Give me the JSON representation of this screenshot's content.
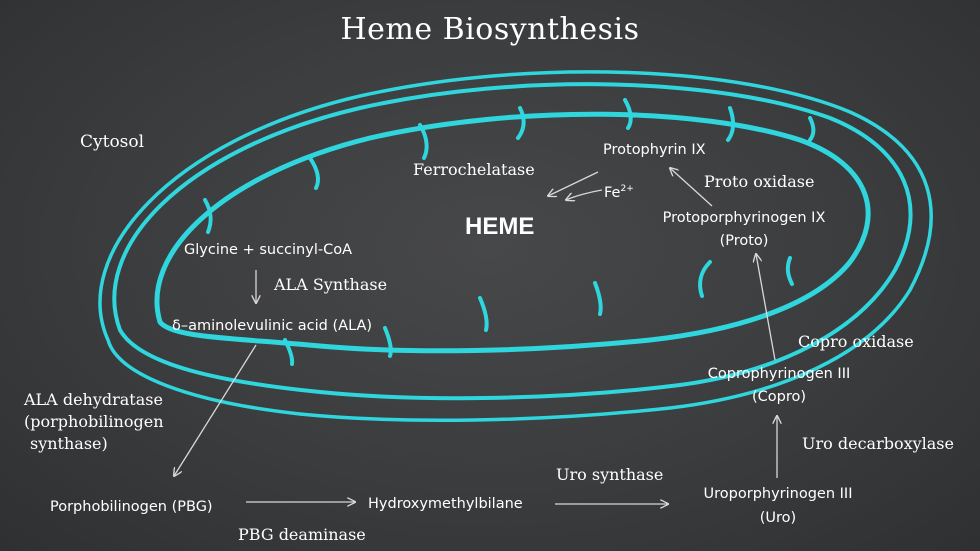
{
  "title": "Heme Biosynthesis",
  "colors": {
    "membrane": "#2fd6de",
    "background": "#3a3b3d",
    "text": "#ffffff",
    "arrow": "#d8d8d8"
  },
  "labels": {
    "cytosol": "Cytosol",
    "heme": "HEME"
  },
  "molecules": {
    "glycine": "Glycine + succinyl-CoA",
    "ala": "δ–aminolevulinic acid (ALA)",
    "pbg": "Porphobilinogen (PBG)",
    "hmb": "Hydroxymethylbilane",
    "uro_name": "Uroporphyrinogen III",
    "uro_abbr": "(Uro)",
    "copro_name": "Coprophyrinogen III",
    "copro_abbr": "(Copro)",
    "proto_name": "Protoporphyrinogen IX",
    "proto_abbr": "(Proto)",
    "protoix": "Protophyrin IX",
    "fe": "Fe",
    "fe_charge": "2+"
  },
  "enzymes": {
    "ala_synthase": "ALA Synthase",
    "ala_dehydratase_1": "ALA dehydratase",
    "ala_dehydratase_2": "(porphobilinogen",
    "ala_dehydratase_3": "synthase)",
    "pbg_deaminase": "PBG deaminase",
    "uro_synthase": "Uro synthase",
    "uro_decarboxylase": "Uro decarboxylase",
    "copro_oxidase": "Copro oxidase",
    "proto_oxidase": "Proto oxidase",
    "ferrochelatase": "Ferrochelatase"
  }
}
